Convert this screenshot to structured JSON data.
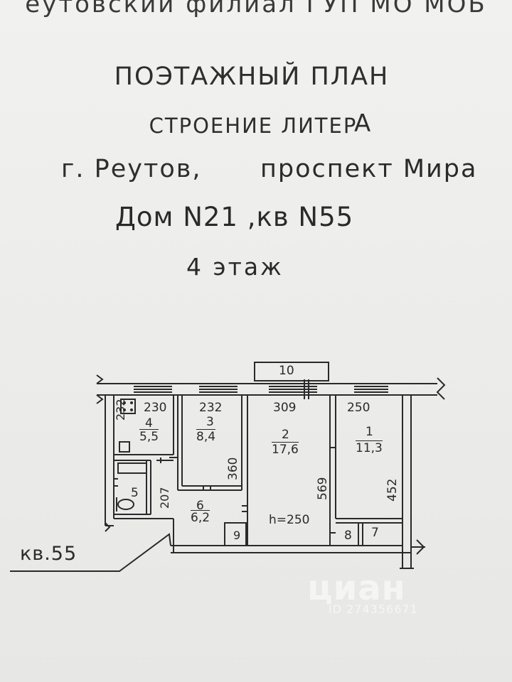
{
  "header": {
    "top_cut": "еутовский филиал ГУП МО МОБ",
    "title": "ПОЭТАЖНЫЙ ПЛАН",
    "building_line": "СТРОЕНИЕ ЛИТЕР",
    "building_letter": "А",
    "city": "г. Реутов,",
    "street": "проспект Мира",
    "house": "Дом N21 ,кв N55",
    "floor": "4 этаж"
  },
  "plan": {
    "balcony": "10",
    "rooms": [
      {
        "number": "4",
        "area": "5,5",
        "width": "230",
        "depth": "232"
      },
      {
        "number": "3",
        "area": "8,4",
        "width": "232",
        "depth": "360"
      },
      {
        "number": "2",
        "area": "17,6",
        "width": "309",
        "depth": "569"
      },
      {
        "number": "1",
        "area": "11,3",
        "width": "250",
        "depth": "452"
      },
      {
        "number": "5",
        "width": "207"
      },
      {
        "number": "6",
        "area": "6,2"
      },
      {
        "number": "7"
      },
      {
        "number": "8"
      },
      {
        "number": "9"
      }
    ],
    "ceiling_height": "h=250",
    "apartment_label": "кв.55"
  },
  "watermark": {
    "brand": "циан",
    "id": "ID 274356671"
  }
}
